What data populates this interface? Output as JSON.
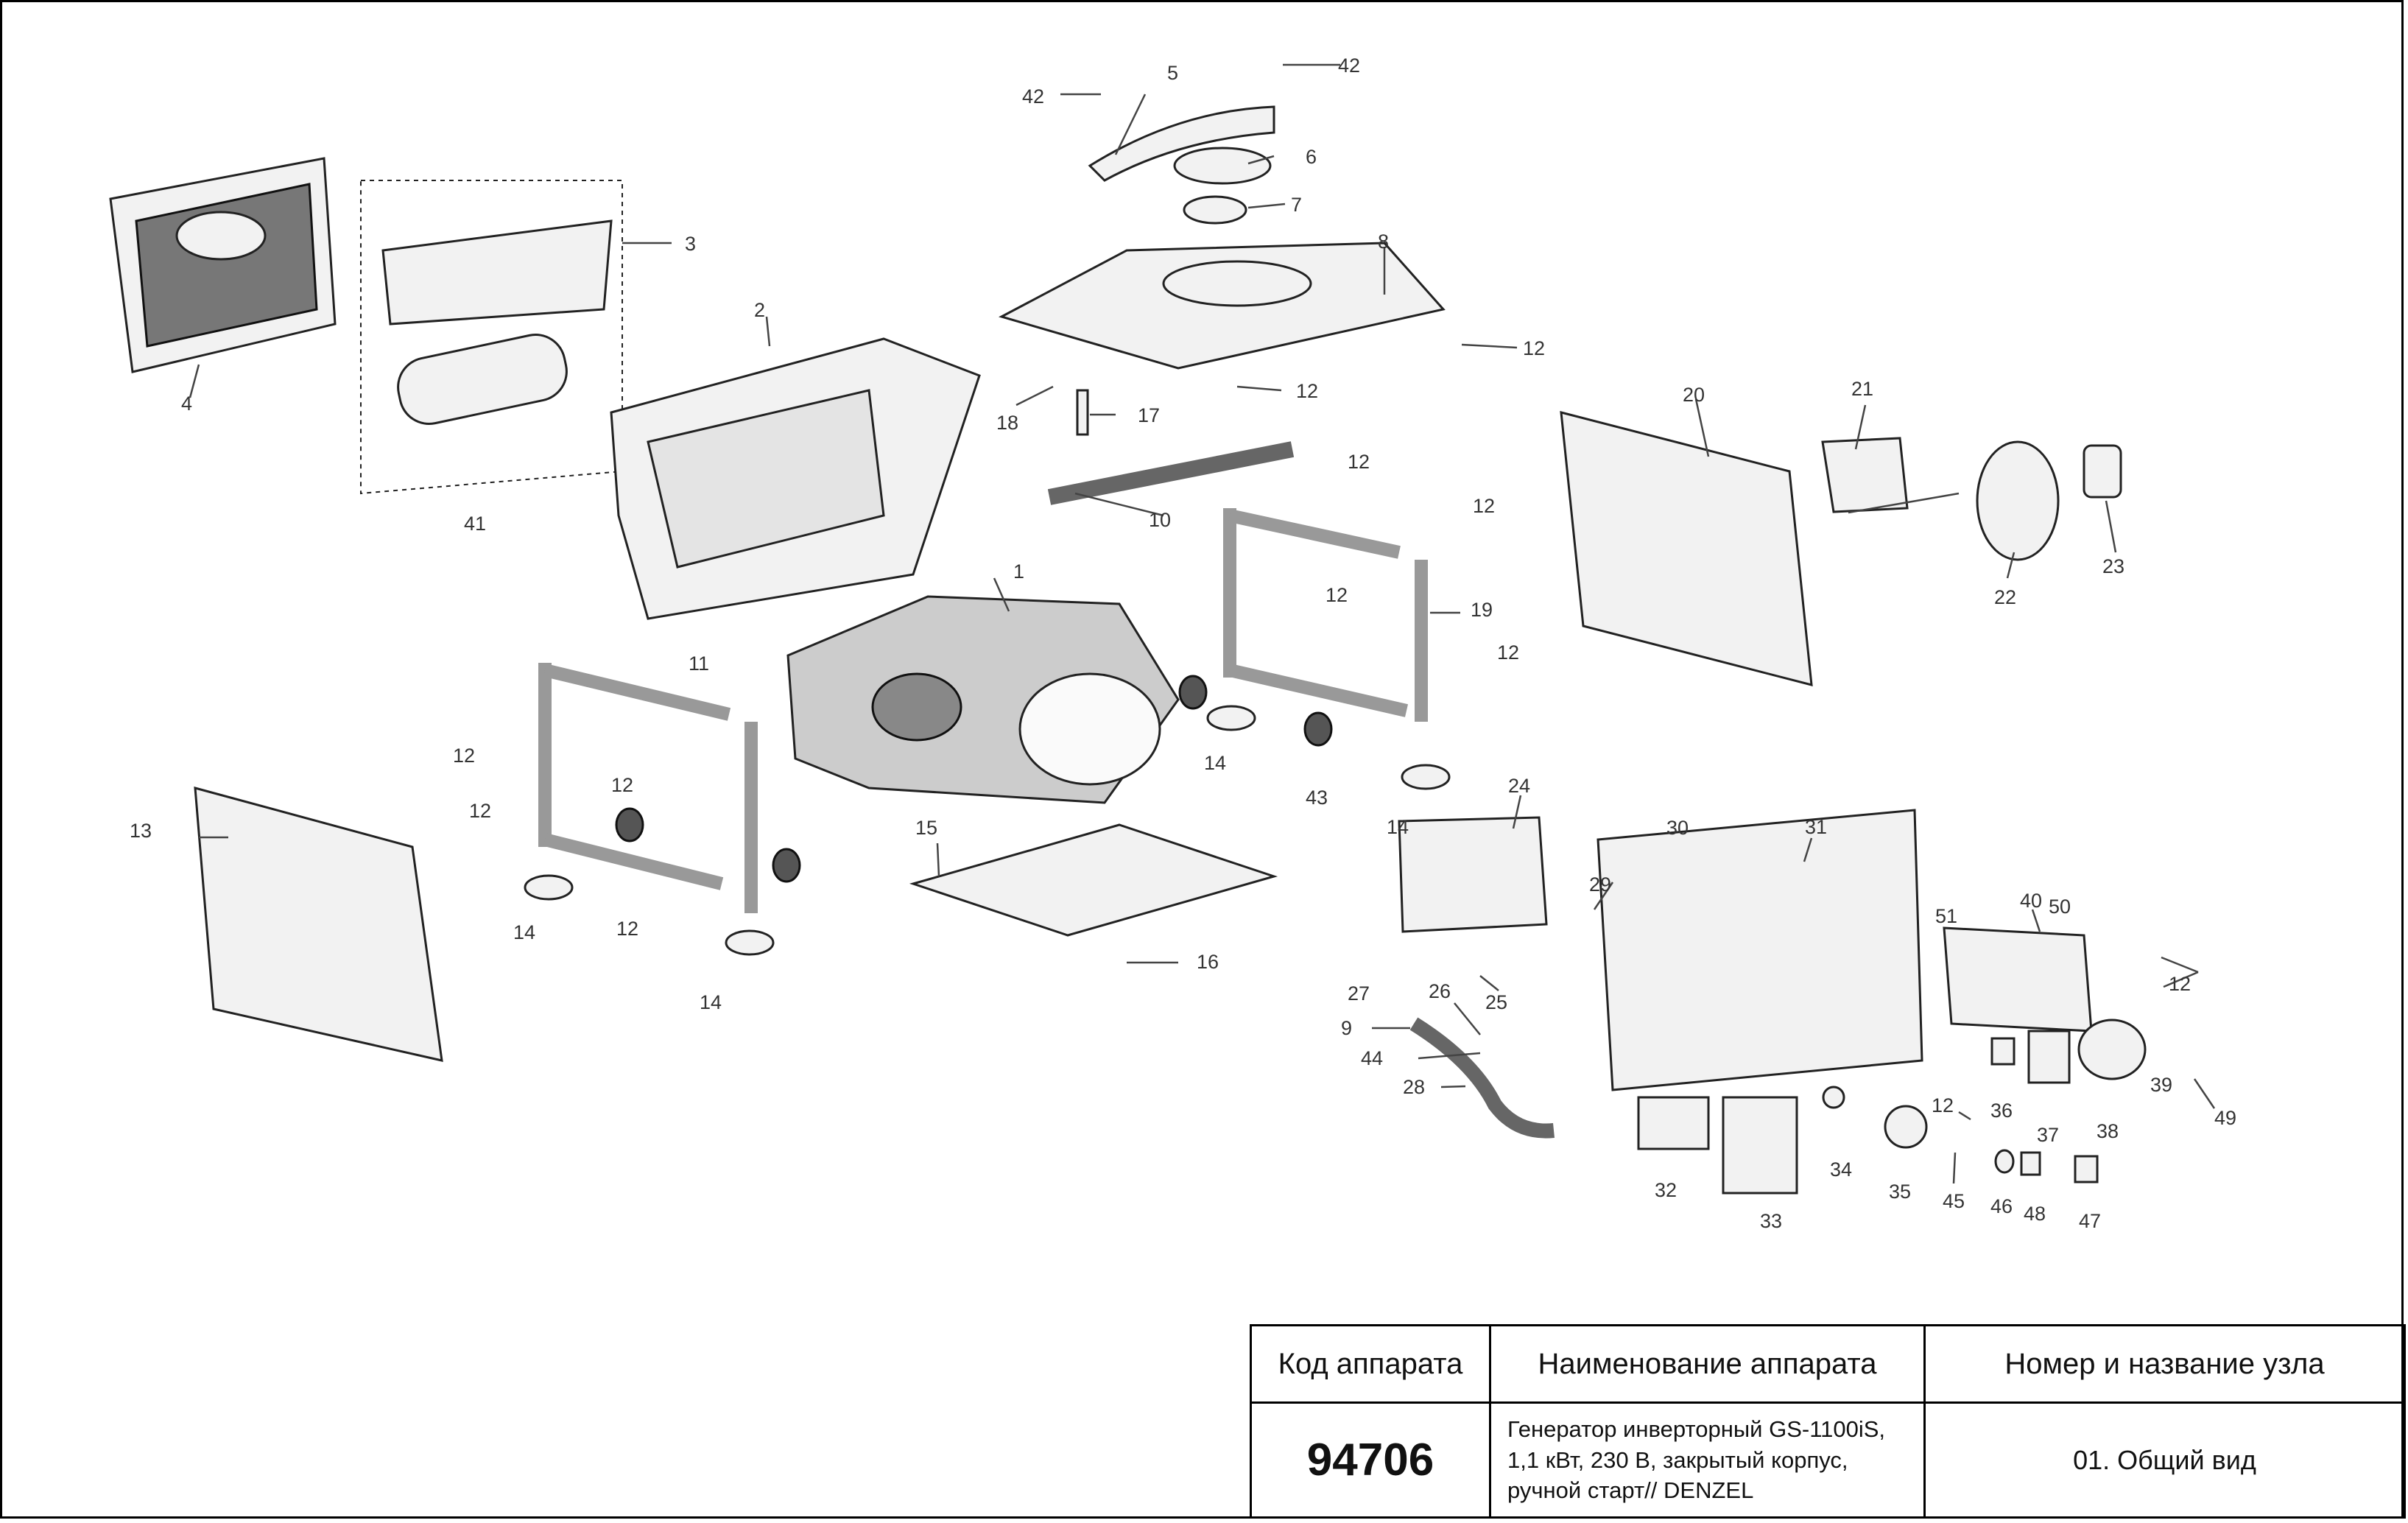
{
  "callouts": {
    "c1": "1",
    "c2": "2",
    "c3": "3",
    "c4": "4",
    "c5": "5",
    "c6": "6",
    "c7": "7",
    "c8": "8",
    "c9": "9",
    "c10": "10",
    "c11": "11",
    "c12": "12",
    "c13": "13",
    "c14": "14",
    "c15": "15",
    "c16": "16",
    "c17": "17",
    "c18": "18",
    "c19": "19",
    "c20": "20",
    "c21": "21",
    "c22": "22",
    "c23": "23",
    "c24": "24",
    "c25": "25",
    "c26": "26",
    "c27": "27",
    "c28": "28",
    "c29": "29",
    "c30": "30",
    "c31": "31",
    "c32": "32",
    "c33": "33",
    "c34": "34",
    "c35": "35",
    "c36": "36",
    "c37": "37",
    "c38": "38",
    "c39": "39",
    "c40": "40",
    "c41": "41",
    "c42": "42",
    "c43": "43",
    "c44": "44",
    "c45": "45",
    "c46": "46",
    "c47": "47",
    "c48": "48",
    "c49": "49",
    "c50": "50",
    "c51": "51"
  },
  "table": {
    "col1_header": "Код аппарата",
    "col2_header": "Наименование аппарата",
    "col3_header": "Номер и название узла",
    "code": "94706",
    "name_line1": "Генератор инверторный GS-1100iS,",
    "name_line2": "1,1 кВт, 230 В, закрытый корпус,",
    "name_line3": "ручной старт// DENZEL",
    "node": "01. Общий вид"
  }
}
